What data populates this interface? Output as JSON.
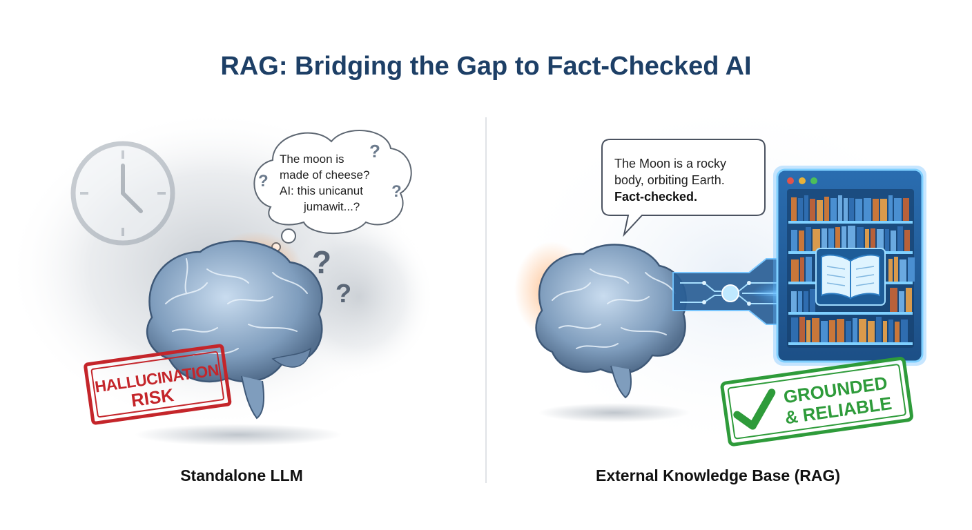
{
  "title": "RAG: Bridging the Gap to Fact-Checked AI",
  "left": {
    "caption": "Standalone LLM",
    "thought_lines": [
      "The moon is",
      "made of cheese?",
      "AI: this unicanut",
      "jumawit...?"
    ],
    "stamp_lines": [
      "HALLUCINATION",
      "RISK"
    ],
    "icons": [
      "clock-icon",
      "brain-icon",
      "thought-bubble-icon",
      "question-mark-icon",
      "fog-icon",
      "stamp-icon"
    ]
  },
  "right": {
    "caption": "External Knowledge Base (RAG)",
    "speech_lines": [
      "The Moon is a rocky",
      "body, orbiting Earth."
    ],
    "speech_emphasis": "Fact-checked.",
    "stamp_lines": [
      "GROUNDED",
      "& RELIABLE"
    ],
    "icons": [
      "brain-icon",
      "circuit-connector-icon",
      "bookshelf-window-icon",
      "open-book-icon",
      "checkmark-icon"
    ]
  },
  "colors": {
    "title": "#1d3f66",
    "hallucination_stamp": "#c4252a",
    "grounded_stamp": "#2e9b3a",
    "knowledge_glow": "#3aa6ff",
    "warm_glow": "#ff9a4a",
    "window_dots": [
      "#e0544c",
      "#e8b23a",
      "#4cbf5a"
    ]
  }
}
